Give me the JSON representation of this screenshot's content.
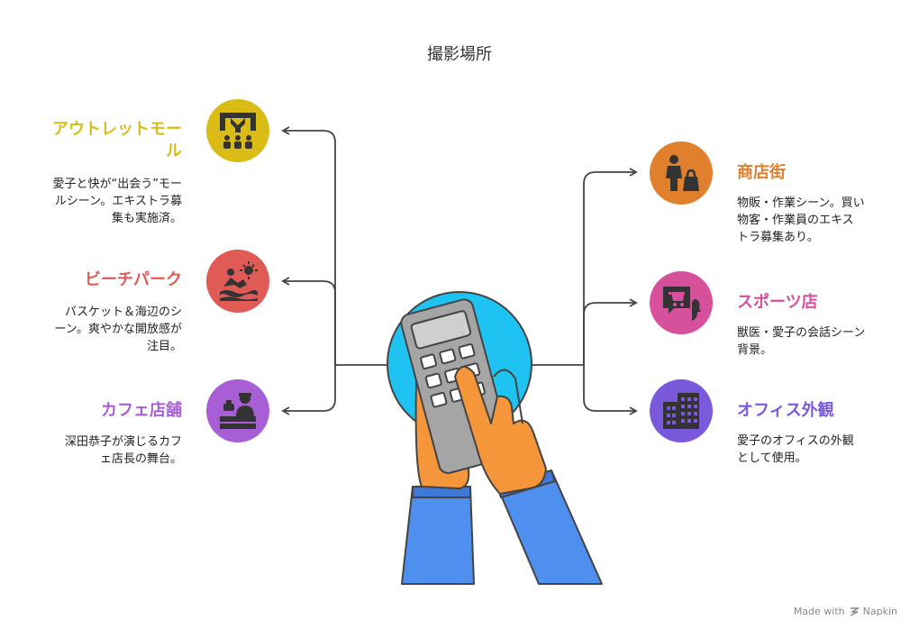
{
  "title": "撮影場所",
  "colors": {
    "yellow": "#D9BD16",
    "red": "#E05A56",
    "purple": "#A85FD6",
    "orange": "#E0802D",
    "pink": "#D6509B",
    "violet": "#7A5ADB",
    "connector": "#444444"
  },
  "left_items": [
    {
      "heading_line1": "アウトレットモー",
      "heading_line2": "ル",
      "desc": [
        "愛子と快が“出会う”モー",
        "ルシーン。エキストラ募",
        "集も実施済。"
      ],
      "icon": "mall-icon"
    },
    {
      "heading_line1": "ビーチパーク",
      "desc": [
        "バスケット＆海辺のシ",
        "ーン。爽やかな開放感が",
        "注目。"
      ],
      "icon": "beach-icon"
    },
    {
      "heading_line1": "カフェ店舗",
      "desc": [
        "深田恭子が演じるカフ",
        "ェ店長の舞台。"
      ],
      "icon": "cafe-icon"
    }
  ],
  "right_items": [
    {
      "heading_line1": "商店街",
      "desc": [
        "物販・作業シーン。買い",
        "物客・作業員のエキス",
        "トラ募集あり。"
      ],
      "icon": "shopping-icon"
    },
    {
      "heading_line1": "スポーツ店",
      "desc": [
        "獣医・愛子の会話シーン",
        "背景。"
      ],
      "icon": "sports-store-icon"
    },
    {
      "heading_line1": "オフィス外観",
      "desc": [
        "愛子のオフィスの外観",
        "として使用。"
      ],
      "icon": "office-icon"
    }
  ],
  "footer": {
    "made_with": "Made with",
    "brand": "Napkin"
  }
}
